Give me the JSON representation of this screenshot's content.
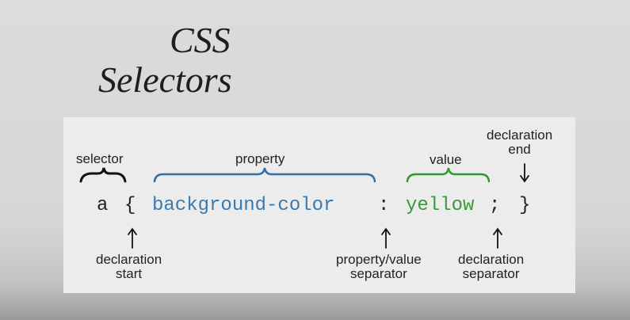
{
  "title": {
    "line1": "CSS",
    "line2": "Selectors"
  },
  "code": {
    "selector": "a",
    "open_brace": "{",
    "property": "background-color",
    "separator": ":",
    "value": "yellow",
    "semicolon": ";",
    "close_brace": "}"
  },
  "labels": {
    "selector": "selector",
    "property": "property",
    "value": "value",
    "declaration_end": [
      "declaration",
      "end"
    ],
    "declaration_start": [
      "declaration",
      "start"
    ],
    "property_value_separator": [
      "property/value",
      "separator"
    ],
    "declaration_separator": [
      "declaration",
      "separator"
    ]
  },
  "colors": {
    "property": "#3b7ab0",
    "value": "#3a9a3a",
    "text": "#222222",
    "property_brace": "#2f6fa6",
    "value_brace": "#2e9a2e",
    "selector_brace": "#111111"
  }
}
